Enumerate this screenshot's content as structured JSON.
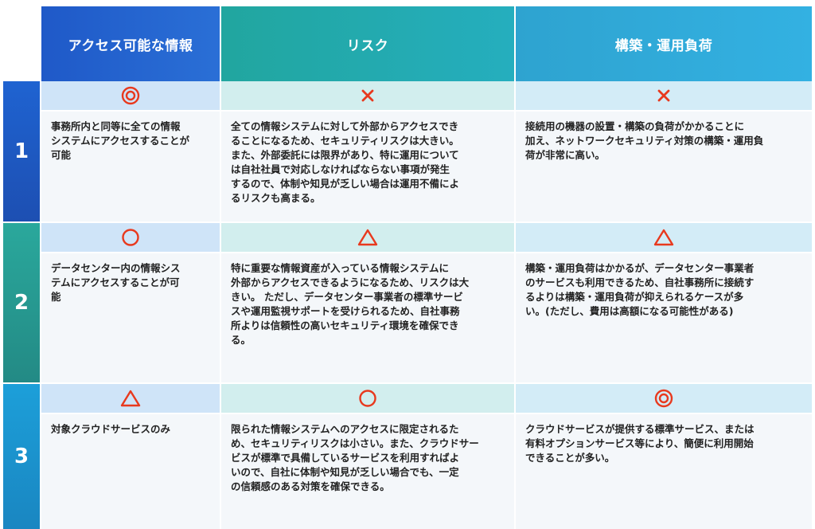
{
  "headers": [
    "アクセス可能な情報",
    "リスク",
    "構築・運用負荷"
  ],
  "rows": [
    {
      "number": "1",
      "symbols": [
        "double-circle",
        "cross",
        "cross"
      ],
      "cells": [
        "事務所内と同等に全ての情報\nシステムにアクセスすることが\n可能",
        "全ての情報システムに対して外部からアクセスでき\nることになるため、セキュリティリスクは大きい。\nまた、外部委託には限界があり、特に運用について\nは自社社員で対応しなければならない事項が発生\nするので、体制や知見が乏しい場合は運用不備によ\nるリスクも高まる。",
        "接続用の機器の設置・構築の負荷がかかることに\n加え、ネットワークセキュリティ対策の構築・運用負\n荷が非常に高い。"
      ]
    },
    {
      "number": "2",
      "symbols": [
        "circle",
        "triangle",
        "triangle"
      ],
      "cells": [
        "データセンター内の情報シス\nテムにアクセスすることが可\n能",
        "特に重要な情報資産が入っている情報システムに\n外部からアクセスできるようになるため、リスクは大\nきい。 ただし、データセンター事業者の標準サービ\nスや運用監視サポートを受けられるため、自社事務\n所よりは信頼性の高いセキュリティ環境を確保でき\nる。",
        "構築・運用負荷はかかるが、データセンター事業者\nのサービスも利用できるため、自社事務所に接続す\nるよりは構築・運用負荷が抑えられるケースが多\nい。(ただし、費用は高額になる可能性がある)"
      ]
    },
    {
      "number": "3",
      "symbols": [
        "triangle",
        "circle",
        "double-circle"
      ],
      "cells": [
        "対象クラウドサービスのみ",
        "限られた情報システムへのアクセスに限定されるた\nめ、セキュリティリスクは小さい。また、クラウドサー\nビスが標準で具備しているサービスを利用すればよ\nいので、自社に体制や知見が乏しい場合でも、一定\nの信頼感のある対策を確保できる。",
        "クラウドサービスが提供する標準サービス、または\n有料オプションサービス等により、簡便に利用開始\nできることが多い。"
      ]
    }
  ],
  "colors": {
    "mark": "#e8391e"
  }
}
